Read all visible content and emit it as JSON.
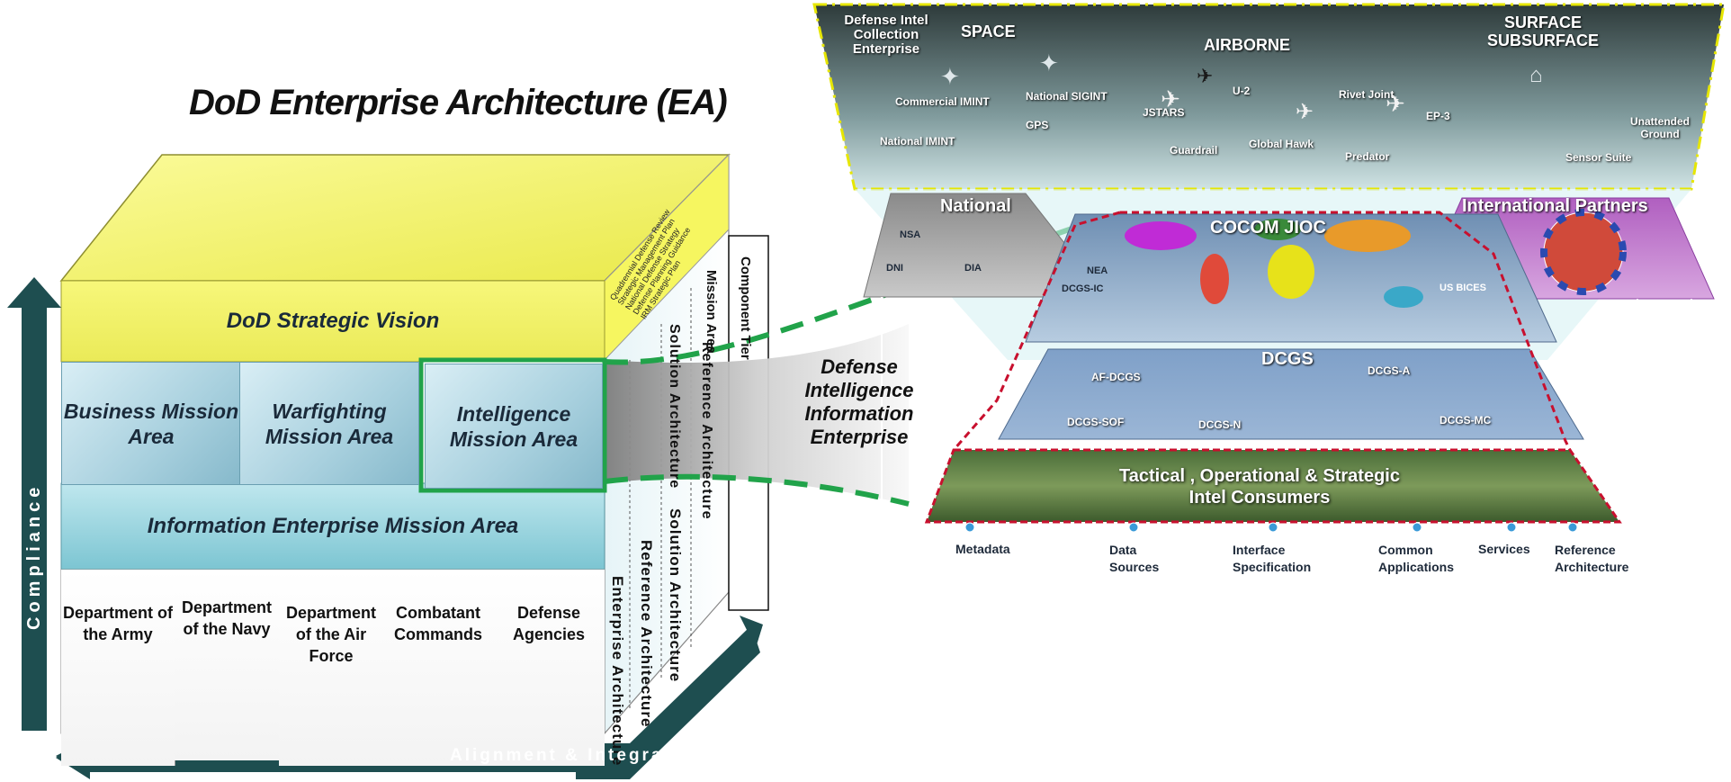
{
  "title": "DoD Enterprise Architecture (EA)",
  "cube": {
    "strategic_vision": "DoD Strategic Vision",
    "mission_areas": [
      "Business Mission Area",
      "Warfighting Mission Area",
      "Intelligence Mission Area"
    ],
    "information_enterprise": "Information Enterprise Mission Area",
    "components": [
      "Department of the Army",
      "Department of the Navy",
      "Department of the Air Force",
      "Combatant Commands",
      "Defense Agencies"
    ],
    "strategy_docs": [
      "Quadrennial Defense Review",
      "Strategic Management Plan",
      "National Defense Strategy",
      "Defense Planning Guidance",
      "IRM Strategic Plan"
    ],
    "side_columns": [
      "Enterprise Architecture",
      "Reference Architecture",
      "Solution Architecture",
      "Component Tier"
    ],
    "side_top_columns": [
      "Solution Architecture",
      "Reference Architecture",
      "Mission Area"
    ],
    "compliance_label": "Compliance",
    "alignment_label": "Alignment & Integration"
  },
  "bridge": {
    "label_lines": [
      "Defense",
      "Intelligence",
      "Information",
      "Enterprise"
    ]
  },
  "diie": {
    "collection": {
      "header": "Defense Intel Collection Enterprise",
      "space": "SPACE",
      "airborne": "AIRBORNE",
      "surface": "SURFACE SUBSURFACE",
      "assets": [
        "Commercial IMINT",
        "National SIGINT",
        "National IMINT",
        "GPS",
        "JSTARS",
        "U-2",
        "Rivet Joint",
        "EP-3",
        "Guardrail",
        "Global Hawk",
        "Predator",
        "Unattended Ground",
        "Sensor Suite"
      ]
    },
    "national": {
      "label": "National",
      "nodes": [
        "NSA",
        "DNI",
        "DIA",
        "NEA",
        "DCGS-IC"
      ]
    },
    "international": {
      "label": "International Partners",
      "node": "US BICES"
    },
    "cocom": "COCOM JIOC",
    "dcgs": {
      "label": "DCGS",
      "nodes": [
        "AF-DCGS",
        "DCGS-A",
        "DCGS-SOF",
        "DCGS-N",
        "DCGS-MC"
      ]
    },
    "consumers": [
      "Tactical , Operational & Strategic",
      "Intel Consumers"
    ],
    "services": [
      "Metadata",
      "Data Sources",
      "Interface Specification",
      "Common Applications",
      "Services",
      "Reference Architecture"
    ]
  },
  "colors": {
    "vision_yellow": "#f3f36a",
    "mission_blue": "#a8d0de",
    "info_teal": "#8cd2dc",
    "highlight_green": "#21a34a",
    "arrow_dark": "#1e4e50",
    "dashed_red": "#c8102e"
  }
}
